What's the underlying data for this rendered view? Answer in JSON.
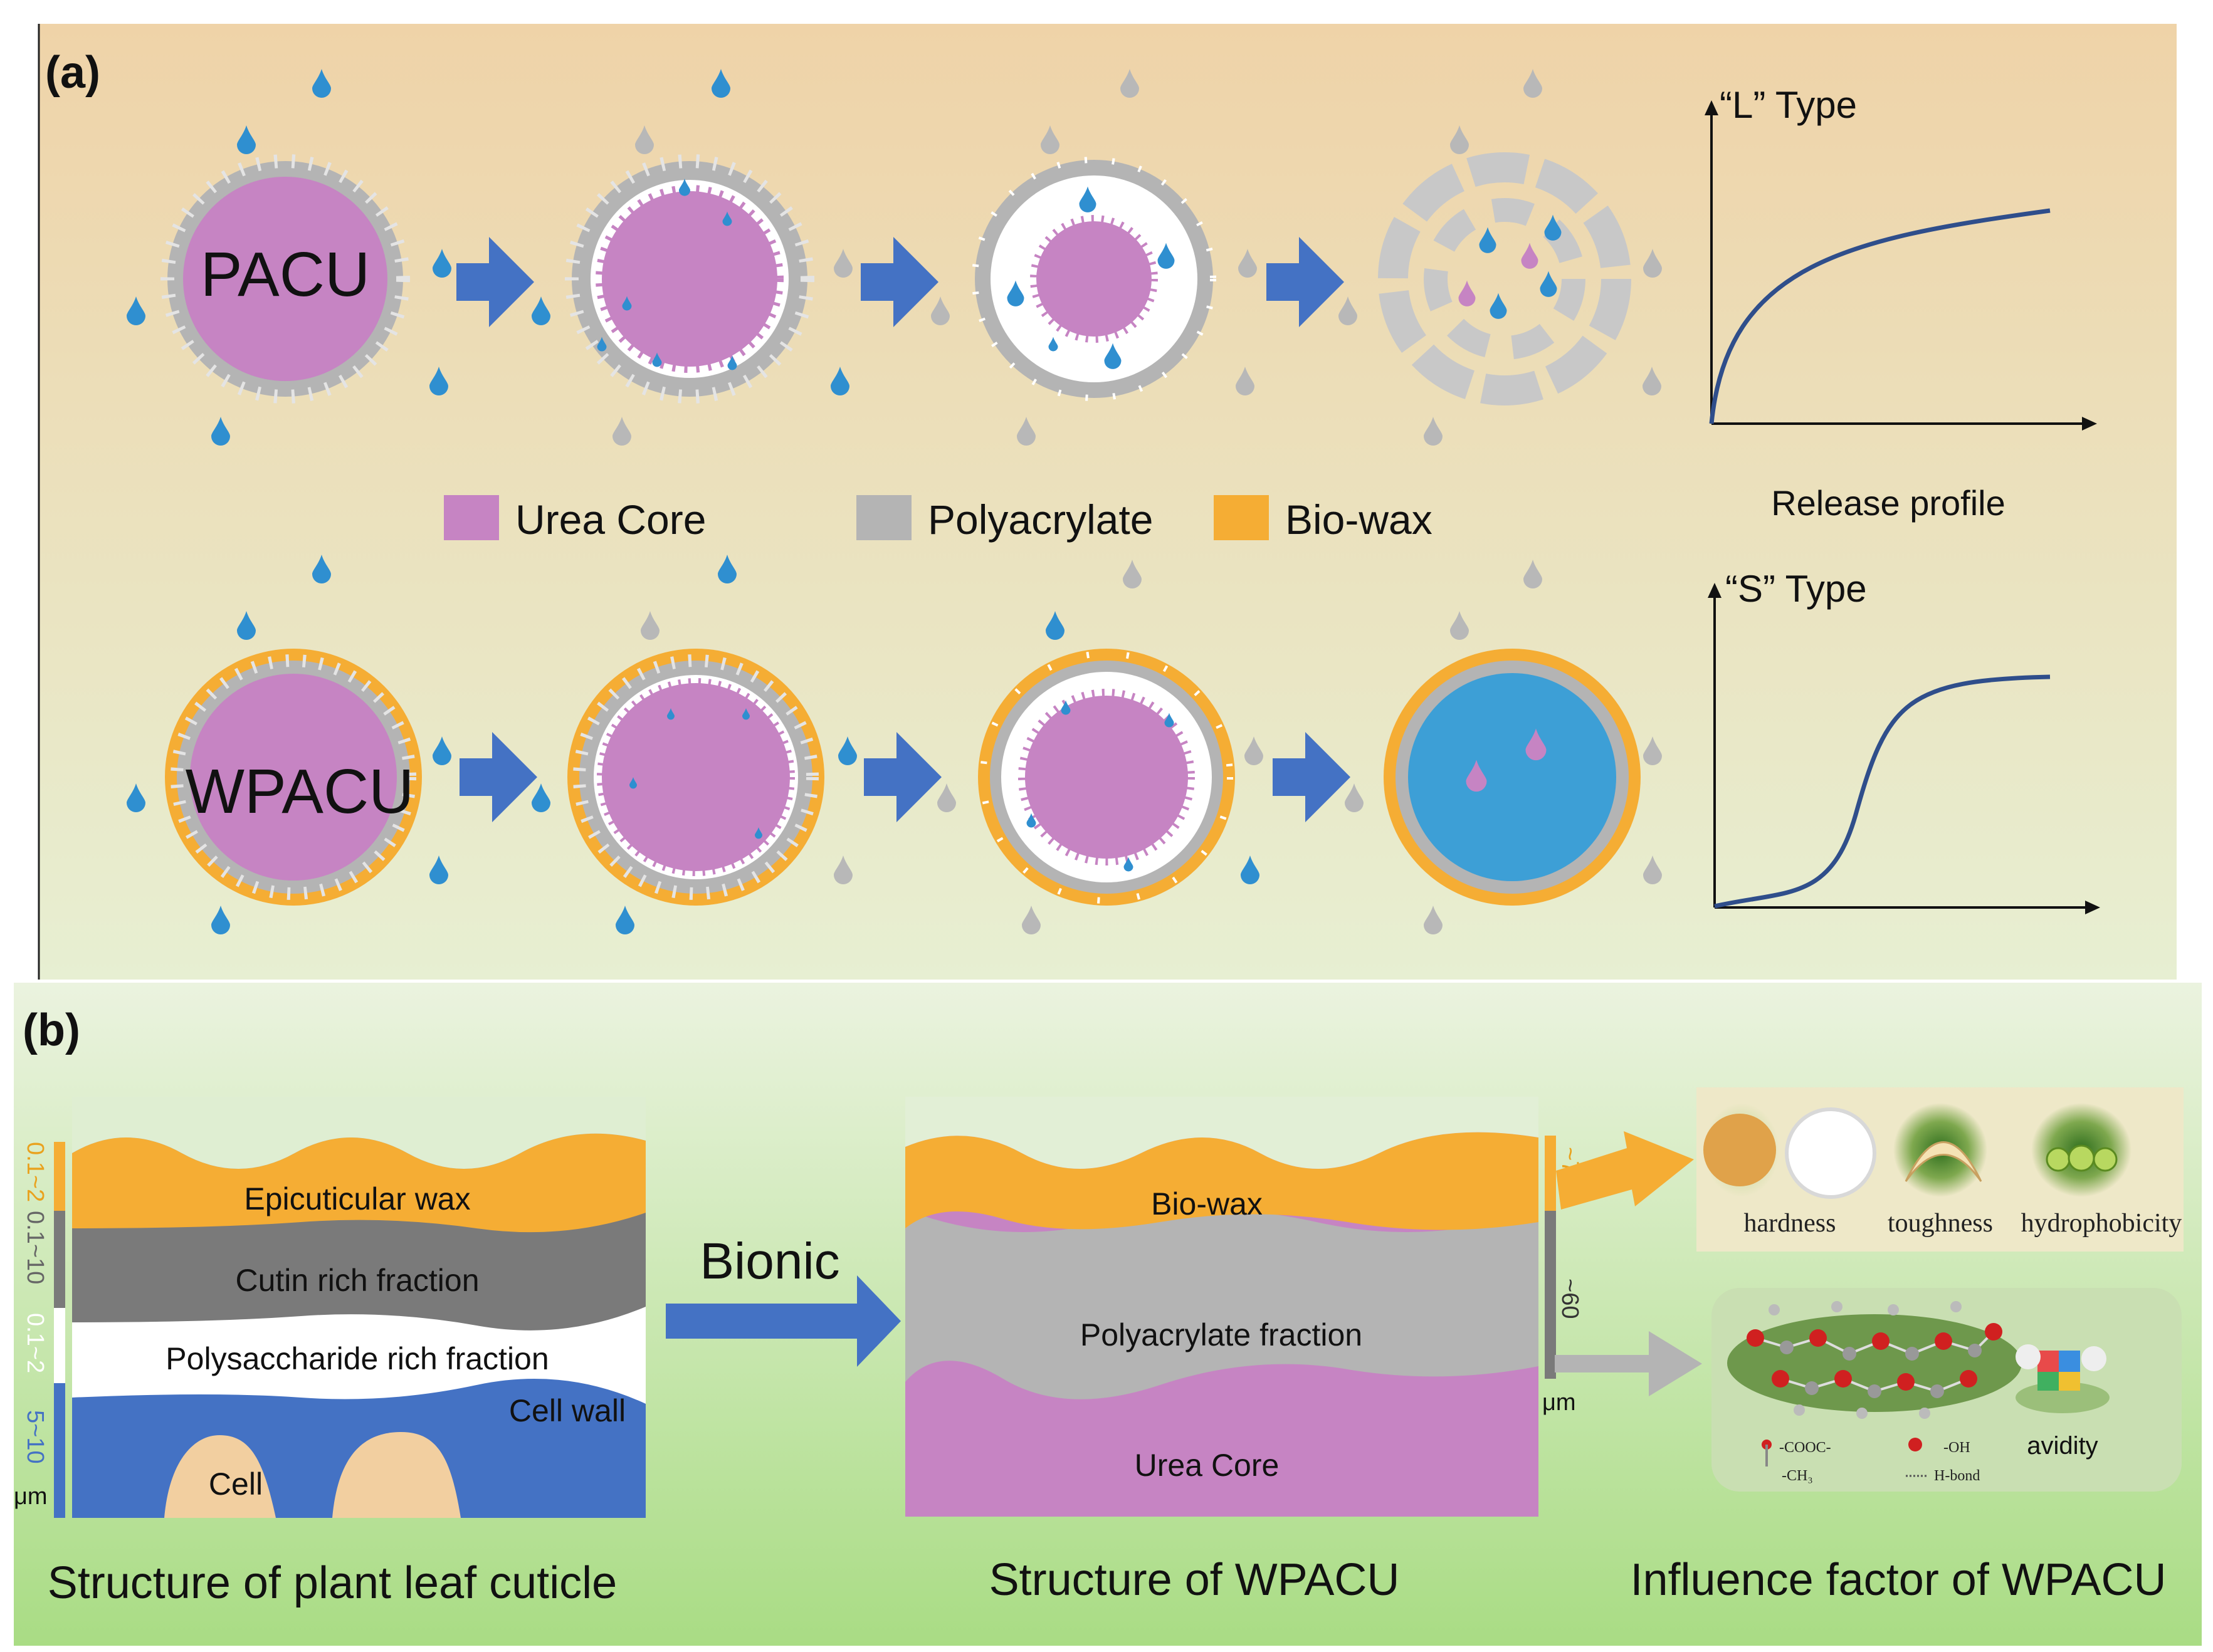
{
  "panel_a": {
    "label": "(a)",
    "pacu_label": "PACU",
    "wpacu_label": "WPACU",
    "legend": [
      {
        "label": "Urea Core",
        "color": "#c684c3"
      },
      {
        "label": "Polyacrylate",
        "color": "#b4b4b4"
      },
      {
        "label": "Bio-wax",
        "color": "#f5ad34"
      }
    ],
    "curve_top_label": "“L” Type",
    "curve_bottom_label": "“S” Type",
    "release_profile": "Release profile"
  },
  "panel_b": {
    "label": "(b)",
    "cuticle": {
      "layers": [
        "Epicuticular wax",
        "Cutin rich fraction",
        "Polysaccharide rich fraction",
        "Cell wall"
      ],
      "cell_label": "Cell",
      "scale": [
        "0.1~2",
        "0.1~10",
        "0.1~2",
        "5~10"
      ],
      "unit": "μm",
      "caption": "Structure of plant leaf cuticle"
    },
    "bionic": "Bionic",
    "wpacu": {
      "layers": [
        "Bio-wax",
        "Polyacrylate fraction",
        "Urea Core"
      ],
      "scale": [
        "~7.5",
        "~60"
      ],
      "unit": "μm",
      "caption": "Structure of WPACU"
    },
    "factors": {
      "top": [
        "hardness",
        "toughness",
        "hydrophobicity"
      ],
      "chem": [
        "-COOC-",
        "-OH",
        "-CH₃",
        "H-bond"
      ],
      "avidity": "avidity",
      "caption": "Influence factor of WPACU"
    }
  },
  "colors": {
    "urea": "#c684c3",
    "polyacrylate": "#b4b4b4",
    "biowax": "#f5ad34",
    "water": "#2f8fd0",
    "arrow": "#4472c4",
    "curve": "#2f4e8b",
    "cellwall": "#4472c4",
    "cutin": "#7a7a7a",
    "cell": "#f2cfa0",
    "dissolved": "#3d9fd6"
  }
}
